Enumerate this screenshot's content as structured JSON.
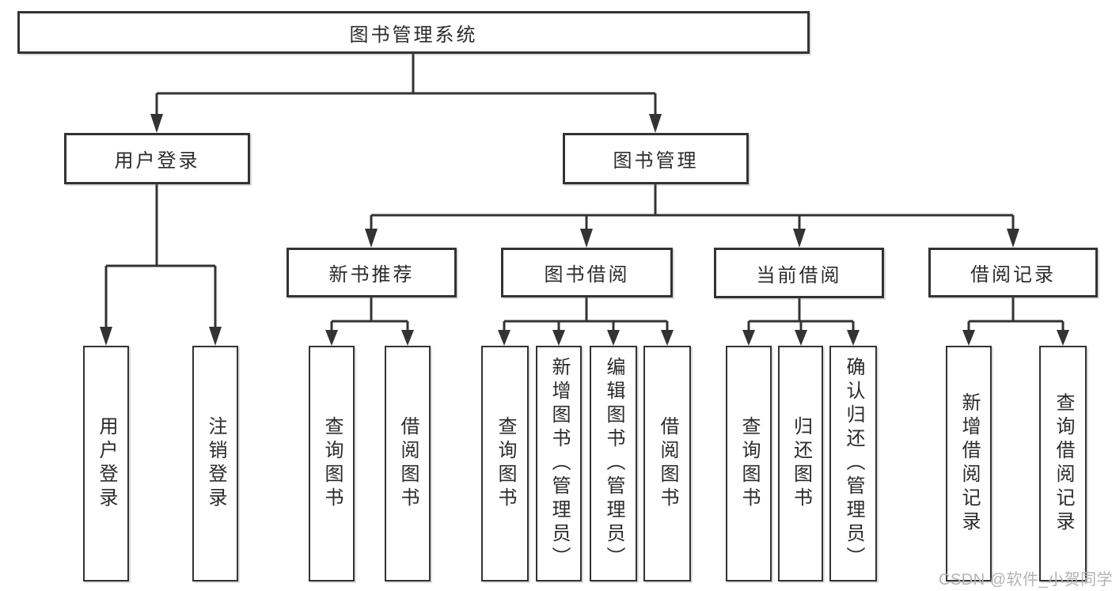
{
  "diagram": {
    "root": {
      "label": "图书管理系统"
    },
    "branches": [
      {
        "label": "用户登录",
        "children": [
          {
            "label": "用户登录"
          },
          {
            "label": "注销登录"
          }
        ]
      },
      {
        "label": "图书管理",
        "children": [
          {
            "label": "新书推荐",
            "children": [
              {
                "label": "查询图书"
              },
              {
                "label": "借阅图书"
              }
            ]
          },
          {
            "label": "图书借阅",
            "children": [
              {
                "label": "查询图书"
              },
              {
                "label": "新增图书（管理员）"
              },
              {
                "label": "编辑图书（管理员）"
              },
              {
                "label": "借阅图书"
              }
            ]
          },
          {
            "label": "当前借阅",
            "children": [
              {
                "label": "查询图书"
              },
              {
                "label": "归还图书"
              },
              {
                "label": "确认归还（管理员）"
              }
            ]
          },
          {
            "label": "借阅记录",
            "children": [
              {
                "label": "新增借阅记录"
              },
              {
                "label": "查询借阅记录"
              }
            ]
          }
        ]
      }
    ]
  },
  "watermark": {
    "text": "CSDN @软件_小贺同学"
  },
  "colors": {
    "line": "#333333",
    "box_border": "#333333",
    "text": "#2b2b2b",
    "background": "#ffffff",
    "watermark": "#b3b3b3"
  }
}
